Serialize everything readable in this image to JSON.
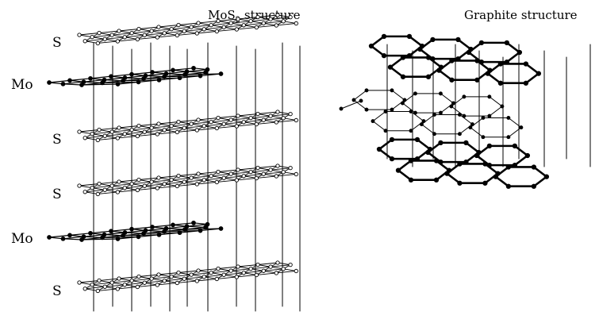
{
  "mos2": {
    "title_main": "MoS",
    "title_sub": "2",
    "title_rest": " structure",
    "layers": [
      {
        "label": "S",
        "kind": "sulfur"
      },
      {
        "label": "Mo",
        "kind": "molybdenum"
      },
      {
        "label": "S",
        "kind": "sulfur"
      },
      {
        "label": "S",
        "kind": "sulfur"
      },
      {
        "label": "Mo",
        "kind": "molybdenum"
      },
      {
        "label": "S",
        "kind": "sulfur"
      }
    ]
  },
  "graphite": {
    "title": "Graphite structure",
    "sheets": [
      {
        "kind": "outer"
      },
      {
        "kind": "middle"
      },
      {
        "kind": "outer"
      }
    ]
  },
  "colors": {
    "line": "#000000",
    "background": "#ffffff",
    "open_atom_fill": "#ffffff",
    "filled_atom_fill": "#000000"
  }
}
